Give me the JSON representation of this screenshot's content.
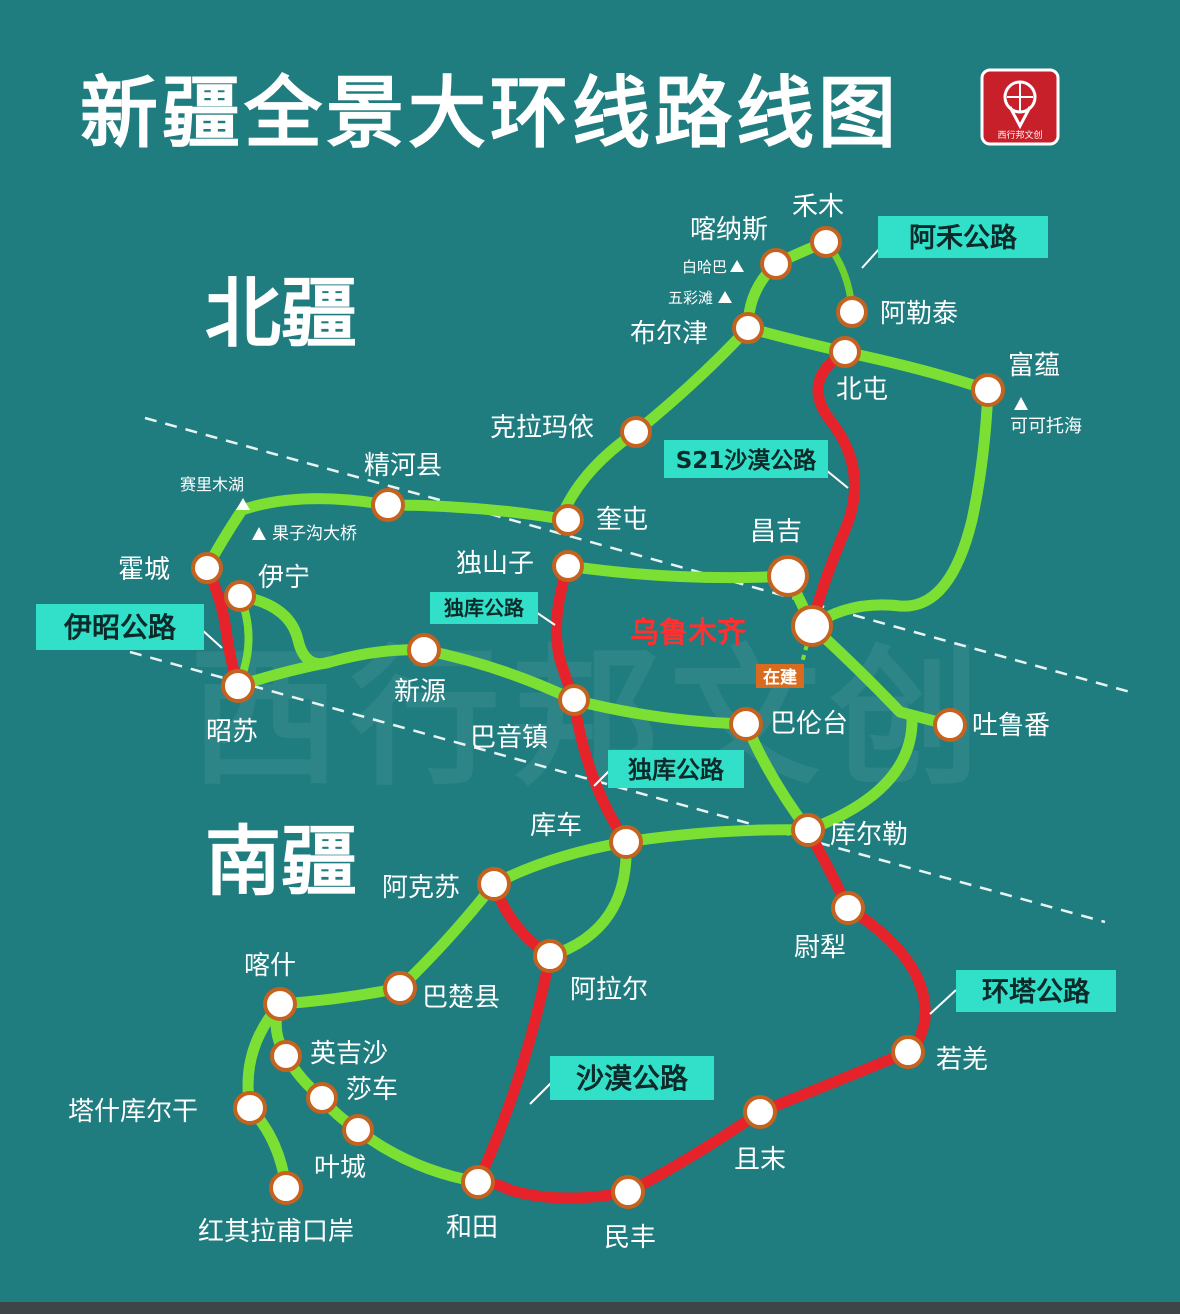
{
  "title": "新疆全景大环线路线图",
  "logo_text": "西行邦文创",
  "watermark": "西行邦文创",
  "colors": {
    "background": "#1f7c7f",
    "green_route": "#7be033",
    "red_route": "#e6232a",
    "node_ring": "#c4621f",
    "node_fill": "#ffffff",
    "tag_fill": "#32e0c9",
    "highlight_city": "#ff3030",
    "construction_tag": "#d96b1f"
  },
  "regions": [
    {
      "id": "north",
      "label": "北疆"
    },
    {
      "id": "south",
      "label": "南疆"
    }
  ],
  "cities": [
    {
      "id": "hemu",
      "label": "禾木"
    },
    {
      "id": "kanas",
      "label": "喀纳斯"
    },
    {
      "id": "altay",
      "label": "阿勒泰"
    },
    {
      "id": "burqin",
      "label": "布尔津"
    },
    {
      "id": "beitun",
      "label": "北屯"
    },
    {
      "id": "fuyun",
      "label": "富蕴"
    },
    {
      "id": "karamay",
      "label": "克拉玛依"
    },
    {
      "id": "jinghe",
      "label": "精河县"
    },
    {
      "id": "kuitun",
      "label": "奎屯"
    },
    {
      "id": "changji",
      "label": "昌吉"
    },
    {
      "id": "dushanzi",
      "label": "独山子"
    },
    {
      "id": "huocheng",
      "label": "霍城"
    },
    {
      "id": "yining",
      "label": "伊宁"
    },
    {
      "id": "urumqi",
      "label": "乌鲁木齐"
    },
    {
      "id": "xinyuan",
      "label": "新源"
    },
    {
      "id": "zhaosu",
      "label": "昭苏"
    },
    {
      "id": "bayinbuluke",
      "label": "巴音镇"
    },
    {
      "id": "balguntay",
      "label": "巴伦台"
    },
    {
      "id": "turpan",
      "label": "吐鲁番"
    },
    {
      "id": "kuqa",
      "label": "库车"
    },
    {
      "id": "korla",
      "label": "库尔勒"
    },
    {
      "id": "aksu",
      "label": "阿克苏"
    },
    {
      "id": "yuli",
      "label": "尉犁"
    },
    {
      "id": "kashgar",
      "label": "喀什"
    },
    {
      "id": "alar",
      "label": "阿拉尔"
    },
    {
      "id": "bachu",
      "label": "巴楚县"
    },
    {
      "id": "yingjisha",
      "label": "英吉沙"
    },
    {
      "id": "shache",
      "label": "莎车"
    },
    {
      "id": "tashkurgan",
      "label": "塔什库尔干"
    },
    {
      "id": "yecheng",
      "label": "叶城"
    },
    {
      "id": "ruoqiang",
      "label": "若羌"
    },
    {
      "id": "qiemo",
      "label": "且末"
    },
    {
      "id": "khunjerab",
      "label": "红其拉甫口岸"
    },
    {
      "id": "hotan",
      "label": "和田"
    },
    {
      "id": "minfeng",
      "label": "民丰"
    }
  ],
  "scenic_points": [
    {
      "id": "baihaba",
      "label": "白哈巴"
    },
    {
      "id": "wucaitan",
      "label": "五彩滩"
    },
    {
      "id": "keketuohai",
      "label": "可可托海"
    },
    {
      "id": "sayram",
      "label": "赛里木湖"
    },
    {
      "id": "guozigou",
      "label": "果子沟大桥"
    }
  ],
  "route_tags": [
    {
      "id": "ahe",
      "label": "阿禾公路"
    },
    {
      "id": "s21",
      "label": "S21沙漠公路"
    },
    {
      "id": "yizhao",
      "label": "伊昭公路"
    },
    {
      "id": "duku1",
      "label": "独库公路"
    },
    {
      "id": "duku2",
      "label": "独库公路"
    },
    {
      "id": "huanta",
      "label": "环塔公路"
    },
    {
      "id": "shamo",
      "label": "沙漠公路"
    }
  ],
  "construction_label": "在建"
}
